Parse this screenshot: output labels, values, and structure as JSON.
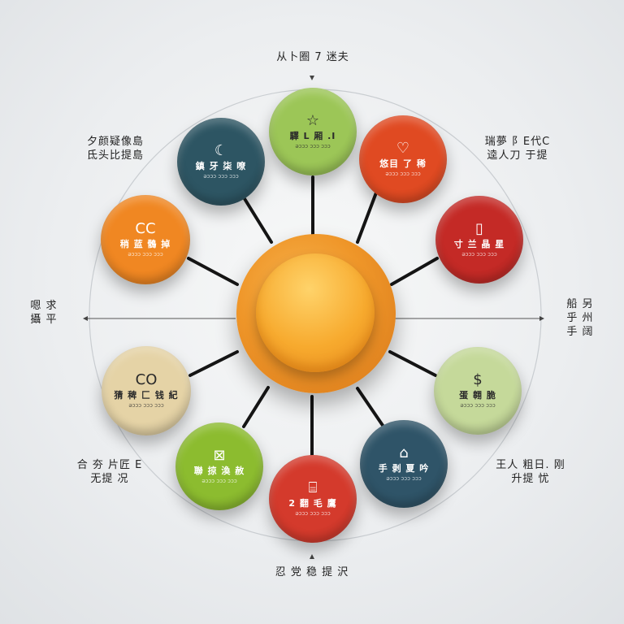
{
  "labels": {
    "top": "从卜圈 7 迷夫",
    "upper_left": [
      "夕颜疑像島",
      "氐头比提島"
    ],
    "upper_right": [
      "瑞夢 阝E代C",
      "逵人刀 于提"
    ],
    "mid_left": [
      "嗯 求",
      "攝 平"
    ],
    "mid_right": [
      "船 另",
      "乎 州",
      "手 阔"
    ],
    "lower_left": [
      "合 夯 片匠 E",
      "无提 况"
    ],
    "lower_right": [
      "王人 粗日. 刚",
      "升提 忧"
    ],
    "bottom": "忍 党 稳 提 沢"
  },
  "nodes": [
    {
      "glyph": "☆",
      "title": "驛 L 厢 .Ⅰ",
      "sub": "ǝɔɔɔ ɔɔɔ ɔɔɔ",
      "color": "#9cc657"
    },
    {
      "glyph": "♡",
      "title": "悠目 了 稀",
      "sub": "ǝɔɔɔ ɔɔɔ ɔɔɔ",
      "color": "#e04a22"
    },
    {
      "glyph": "▯",
      "title": "寸 兰 晶 星",
      "sub": "ǝɔɔɔ ɔɔɔ ɔɔɔ",
      "color": "#c42a26"
    },
    {
      "glyph": "$",
      "title": "蛋 翱 脆",
      "sub": "ǝɔɔɔ ɔɔɔ ɔɔɔ",
      "color": "#c5d99a"
    },
    {
      "glyph": "⌂",
      "title": "手 剥 夏 吟",
      "sub": "ǝɔɔɔ ɔɔɔ ɔɔɔ",
      "color": "#2f5468"
    },
    {
      "glyph": "⌸",
      "title": "2 翻 毛 鷹",
      "sub": "ǝɔɔɔ ɔɔɔ ɔɔɔ",
      "color": "#d43a2c"
    },
    {
      "glyph": "⊠",
      "title": "聯 掠 渙 赦",
      "sub": "ǝɔɔɔ ɔɔɔ ɔɔɔ",
      "color": "#8cbc2f"
    },
    {
      "glyph": "CO",
      "title": "猜 稗 匚 钱 紀",
      "sub": "ǝɔɔɔ ɔɔɔ ɔɔɔ",
      "color": "#e5d3a6"
    },
    {
      "glyph": "CC",
      "title": "稍 蓝 鶻 掉",
      "sub": "ǝɔɔɔ ɔɔɔ ɔɔɔ",
      "color": "#f08722"
    },
    {
      "glyph": "☾",
      "title": "鎮 牙 柒 嘹",
      "sub": "ǝɔɔɔ ɔɔɔ ɔɔɔ",
      "color": "#2d5563"
    }
  ]
}
